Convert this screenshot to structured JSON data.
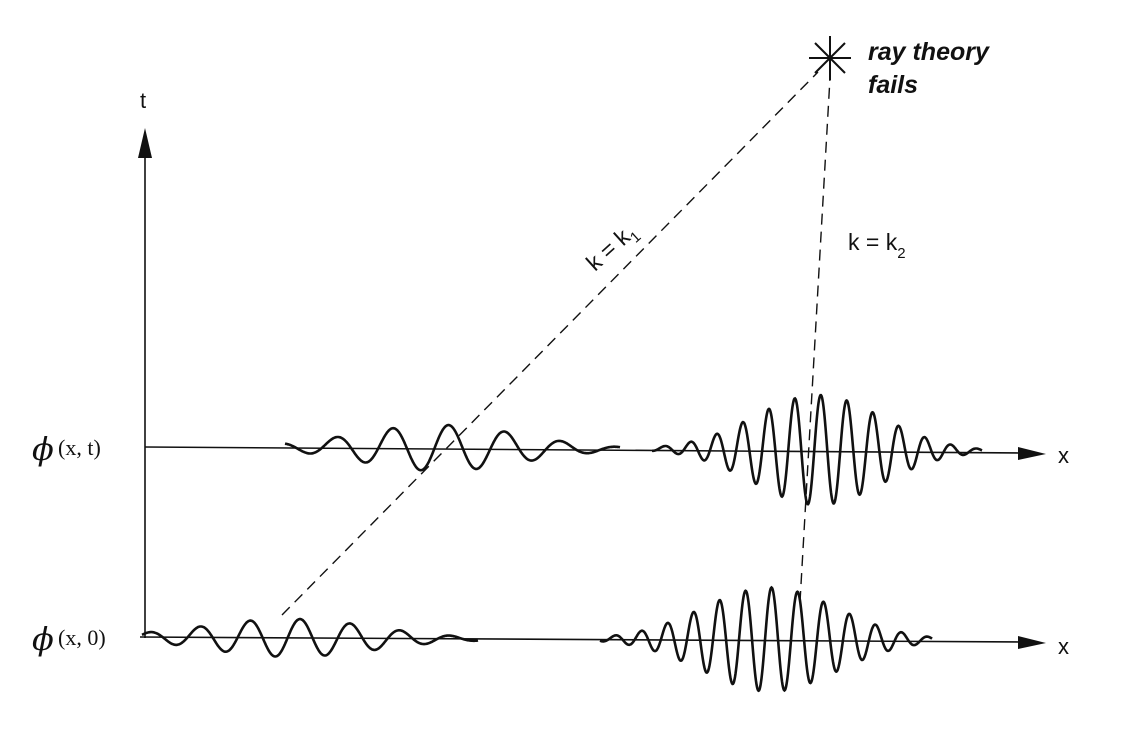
{
  "axes": {
    "t_label": "t",
    "x_label": "x"
  },
  "rows": [
    {
      "phi_symbol": "ϕ",
      "arg": "(x, t)"
    },
    {
      "phi_symbol": "ϕ",
      "arg": "(x, 0)"
    }
  ],
  "rays": [
    {
      "base": "k = k",
      "sub": "1"
    },
    {
      "base": "k = k",
      "sub": "2"
    }
  ],
  "annotation": {
    "line1": "ray theory",
    "line2": "fails",
    "marker": "star-burst-icon"
  },
  "colors": {
    "ink": "#111111",
    "background": "#ffffff"
  }
}
